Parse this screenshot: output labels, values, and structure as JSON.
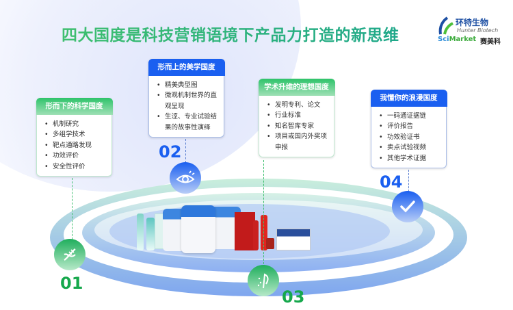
{
  "title": "四大国度是科技营销语境下产品力打造的新思维",
  "logo": {
    "cn": "环特生物",
    "en": "Hunter Biotech",
    "sci_a": "Sci",
    "sci_b": "Market",
    "sci_cn": "赛美科"
  },
  "cards": [
    {
      "number": "01",
      "title": "形而下的科学国度",
      "items": [
        "机制研究",
        "多组学技术",
        "靶点通路发现",
        "功效评价",
        "安全性评价"
      ],
      "icon": "dna-icon"
    },
    {
      "number": "02",
      "title": "形而上的美学国度",
      "items": [
        "精美典型图",
        "微观机制世界的直观呈现",
        "生涩、专业试验结果的故事性演绎"
      ],
      "icon": "eye-icon"
    },
    {
      "number": "03",
      "title": "学术升维的理想国度",
      "items": [
        "发明专利、论文",
        "行业标准",
        "知名智库专家",
        "项目或国内外奖项申报"
      ],
      "icon": "sprout-icon"
    },
    {
      "number": "04",
      "title": "我懂你的浪漫国度",
      "items": [
        "一码通证据链",
        "评价报告",
        "功效验证书",
        "卖点试验视频",
        "其他学术证据"
      ],
      "icon": "check-icon"
    }
  ],
  "colors": {
    "green": "#16a84c",
    "blue": "#1a5ff0"
  }
}
